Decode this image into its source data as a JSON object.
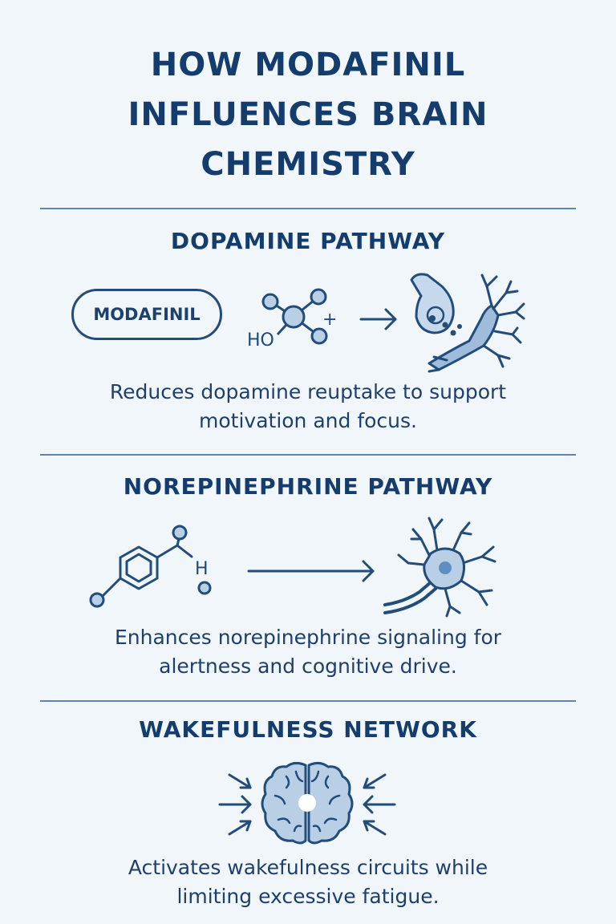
{
  "title_lines": [
    "HOW MODAFINIL",
    "INFLUENCES BRAIN",
    "CHEMISTRY"
  ],
  "sections": [
    {
      "heading": "DOPAMINE PATHWAY",
      "pill_label": "MODAFINIL",
      "molecule_labels": [
        "HO",
        "+"
      ],
      "description_lines": [
        "Reduces dopamine reuptake to support",
        "motivation and focus."
      ]
    },
    {
      "heading": "NOREPINEPHRINE PATHWAY",
      "molecule_labels": [
        "H"
      ],
      "description_lines": [
        "Enhances norepinephrine signaling for",
        "alertness and cognitive drive."
      ]
    },
    {
      "heading": "WAKEFULNESS NETWORK",
      "description_lines": [
        "Activates wakefulness circuits while",
        "limiting excessive fatigue."
      ]
    }
  ],
  "icons": [
    "molecule-icon",
    "arrow-right-icon",
    "neuron-synapse-icon",
    "benzene-molecule-icon",
    "neuron-icon",
    "brain-icon",
    "converging-arrows-icon"
  ],
  "colors": {
    "background": "#f1f6fb",
    "title": "#143d6e",
    "line": "#224c7a",
    "accent_fill": "#b9cfe6",
    "rule": "#5a86b3"
  }
}
